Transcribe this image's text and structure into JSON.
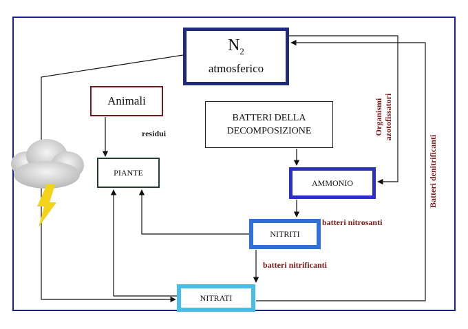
{
  "colors": {
    "frame": "#1c2387",
    "label_red": "#7a1616",
    "n2_border": "#1f2a78",
    "ammonio_border": "#2b2fc8",
    "nitriti_border": "#2e6fd8",
    "nitrati_border": "#48bde6",
    "lightning": "#f2d31a"
  },
  "nodes": {
    "n2": {
      "symbol": "N",
      "subscript": "2",
      "subtitle": "atmosferico"
    },
    "animali": "Animali",
    "batteri": {
      "line1": "BATTERI DELLA",
      "line2": "DECOMPOSIZIONE"
    },
    "piante": "PIANTE",
    "ammonio": "AMMONIO",
    "nitriti": "NITRITI",
    "nitrati": "NITRATI"
  },
  "labels": {
    "residui": "residui",
    "organismi_line1": "Organismi",
    "organismi_line2": "azotofissatori",
    "batteri_denitrificanti": "Batteri denitrificanti",
    "batteri_nitrosanti": "batteri nitrosanti",
    "batteri_nitrificanti": "batteri nitrificanti"
  },
  "icons": [
    "storm-cloud-icon",
    "lightning-icon"
  ]
}
